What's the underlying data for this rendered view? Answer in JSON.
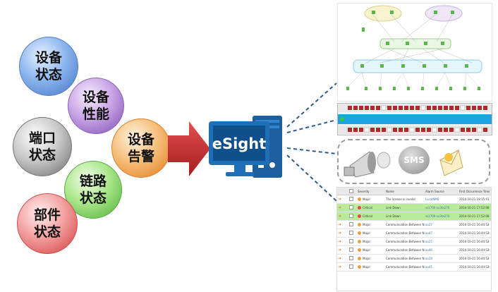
{
  "bubbles": {
    "device_status": "设备\n状态",
    "device_performance": "设备\n性能",
    "port_status": "端口\n状态",
    "device_alarm": "设备\n告警",
    "link_status": "链路\n状态",
    "component_status": "部件\n状态"
  },
  "server": {
    "label": "eSight"
  },
  "media": {
    "sms_label": "SMS"
  },
  "alarm_table": {
    "columns": [
      "",
      "Severity",
      "Name",
      "Alarm Source",
      "First Occurrence Time"
    ],
    "rows": [
      {
        "severity": "Major",
        "name": "The license is invalid",
        "source": "LocalNMS",
        "time": "2014-10-21 18:15:41",
        "highlight": false
      },
      {
        "severity": "Critical",
        "name": "Link Down",
        "source": "ss1700-sx3ta270",
        "time": "2014-10-21 17:52:08",
        "highlight": true
      },
      {
        "severity": "Critical",
        "name": "Link Down",
        "source": "ss1700-sx3ta270",
        "time": "2014-10-21 17:52:08",
        "highlight": true
      },
      {
        "severity": "Major",
        "name": "Communication Between NMS And NE Is Abnormal",
        "source": "ax27",
        "time": "2014-10-21 16:44:52",
        "highlight": false
      },
      {
        "severity": "Major",
        "name": "Communication Between NMS And NE Is Abnormal",
        "source": "ax47",
        "time": "2014-10-21 16:44:52",
        "highlight": false
      },
      {
        "severity": "Major",
        "name": "Communication Between NMS And NE Is Abnormal",
        "source": "ax25",
        "time": "2014-10-21 16:44:52",
        "highlight": false
      },
      {
        "severity": "Major",
        "name": "Communication Between NMS And NE Is Abnormal",
        "source": "ax46",
        "time": "2014-10-21 16:44:52",
        "highlight": false
      },
      {
        "severity": "Major",
        "name": "Communication Between NMS And NE Is Abnormal",
        "source": "ax34",
        "time": "2014-10-21 16:44:52",
        "highlight": false
      },
      {
        "severity": "Major",
        "name": "Communication Between NMS And NE Is Abnormal",
        "source": "ax45",
        "time": "2014-10-21 16:44:52",
        "highlight": false
      }
    ]
  },
  "colors": {
    "arrow_red": "#c0282a",
    "server_blue": "#1c6fb2",
    "dashed_line": "#2b5a8c",
    "critical_row": "#b8ec9a",
    "major_icon": "#f0a040",
    "critical_icon": "#e04848"
  }
}
